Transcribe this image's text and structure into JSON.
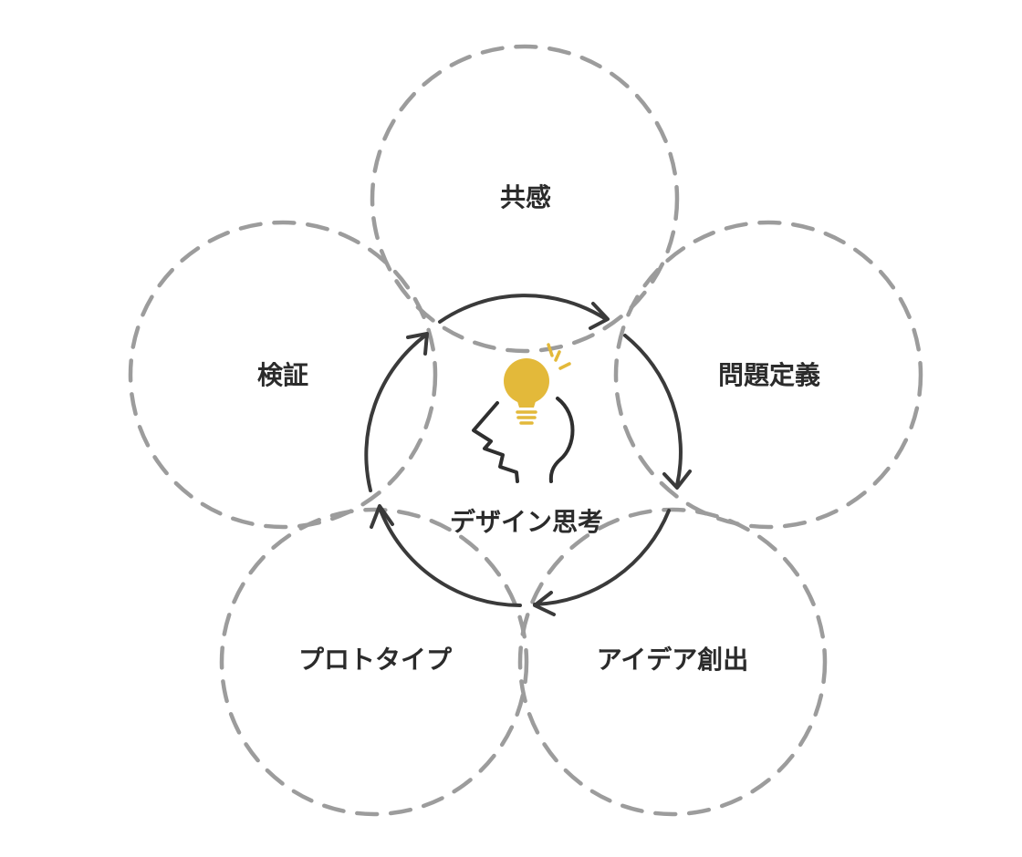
{
  "diagram": {
    "center": {
      "label": "デザイン思考",
      "icon": "lightbulb-head-icon"
    },
    "stages": [
      {
        "label": "共感"
      },
      {
        "label": "問題定義"
      },
      {
        "label": "アイデア創出"
      },
      {
        "label": "プロトタイプ"
      },
      {
        "label": "検証"
      }
    ],
    "colors": {
      "petal_stroke": "#9c9c9c",
      "cycle_stroke": "#3a3a3a",
      "bulb_fill": "#e3b93a",
      "text": "#2b2b2b"
    }
  }
}
